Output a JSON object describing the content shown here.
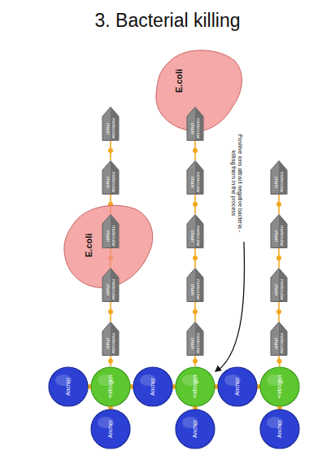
{
  "diagram": {
    "title": "3. Bacterial killing",
    "nodes": [
      {
        "text": [
          "E.coli"
        ]
      },
      {
        "text": [
          "E.coli"
        ]
      },
      {
        "text": [
          "molecular chain"
        ]
      },
      {
        "text": [
          "molecular chain"
        ]
      },
      {
        "text": [
          "molecular chain"
        ]
      },
      {
        "text": [
          "molecular chain"
        ]
      },
      {
        "text": [
          "molecular chain"
        ]
      },
      {
        "text": [
          "molecular chain"
        ]
      },
      {
        "text": [
          "molecular chain"
        ]
      },
      {
        "text": [
          "molecular chain"
        ]
      },
      {
        "text": [
          "molecular chain"
        ]
      },
      {
        "text": [
          "molecular chain"
        ]
      },
      {
        "text": [
          "molecular chain"
        ]
      },
      {
        "text": [
          "molecular chain"
        ]
      },
      {
        "text": [
          "molecular chain"
        ]
      },
      {
        "text": [
          "molecular chain"
        ]
      },
      {
        "text": [
          "Anchor"
        ]
      },
      {
        "text": [
          "+nitrogen"
        ]
      },
      {
        "text": [
          "Anchor"
        ]
      },
      {
        "text": [
          "+nitrogen"
        ]
      },
      {
        "text": [
          "Anchor"
        ]
      },
      {
        "text": [
          "+nitrogen"
        ]
      },
      {
        "text": [
          "Anchor"
        ]
      },
      {
        "text": [
          "Anchor"
        ]
      },
      {
        "text": [
          "Anchor"
        ]
      }
    ],
    "edges": [
      {
        "from": 2,
        "to": 3,
        "arrow": "none"
      },
      {
        "from": 3,
        "to": 4,
        "arrow": "none"
      },
      {
        "from": 4,
        "to": 5,
        "arrow": "none"
      },
      {
        "from": 5,
        "to": 6,
        "arrow": "none"
      },
      {
        "from": 7,
        "to": 8,
        "arrow": "none"
      },
      {
        "from": 8,
        "to": 9,
        "arrow": "none"
      },
      {
        "from": 9,
        "to": 10,
        "arrow": "none"
      },
      {
        "from": 10,
        "to": 11,
        "arrow": "none"
      },
      {
        "from": 12,
        "to": 13,
        "arrow": "none"
      },
      {
        "from": 13,
        "to": 14,
        "arrow": "none"
      },
      {
        "from": 14,
        "to": 15,
        "arrow": "none"
      },
      {
        "from": 6,
        "to": 17,
        "arrow": "none"
      },
      {
        "from": 11,
        "to": 19,
        "arrow": "none"
      },
      {
        "from": 15,
        "to": 21,
        "arrow": "none"
      },
      {
        "from": 16,
        "to": 17,
        "arrow": "none"
      },
      {
        "from": 17,
        "to": 18,
        "arrow": "none"
      },
      {
        "from": 18,
        "to": 19,
        "arrow": "none"
      },
      {
        "from": 19,
        "to": 20,
        "arrow": "none"
      },
      {
        "from": 20,
        "to": 21,
        "arrow": "none"
      },
      {
        "from": 17,
        "to": 22,
        "arrow": "none"
      },
      {
        "from": 19,
        "to": 23,
        "arrow": "none"
      },
      {
        "from": 21,
        "to": 24,
        "arrow": "none"
      }
    ],
    "labels": [
      "Positive ions attract negative bacteria - killing them in the process"
    ]
  }
}
